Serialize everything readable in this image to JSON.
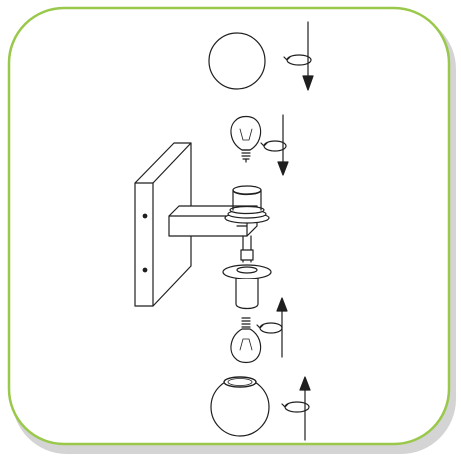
{
  "figure": {
    "kind": "installation-instructions",
    "frame": {
      "border_color": "#99c84a",
      "fill_color": "#ffffff",
      "shadow_color": "#d0d0d0"
    },
    "ink_color": "#1f1f1f",
    "steps": [
      {
        "part": "glass-globe-top",
        "action": "rotate-and-lower",
        "direction": "down"
      },
      {
        "part": "light-bulb-top",
        "action": "rotate-and-lower",
        "direction": "down"
      },
      {
        "part": "light-bulb-bottom",
        "action": "rotate-and-raise",
        "direction": "up"
      },
      {
        "part": "glass-globe-bottom",
        "action": "rotate-and-raise",
        "direction": "up"
      }
    ],
    "icons": {
      "rotate": "rotate-icon",
      "arrow_down": "arrow-down-icon",
      "arrow_up": "arrow-up-icon",
      "bulb": "light-bulb-icon",
      "globe": "glass-globe-icon",
      "fixture": "wall-fixture-icon"
    }
  }
}
